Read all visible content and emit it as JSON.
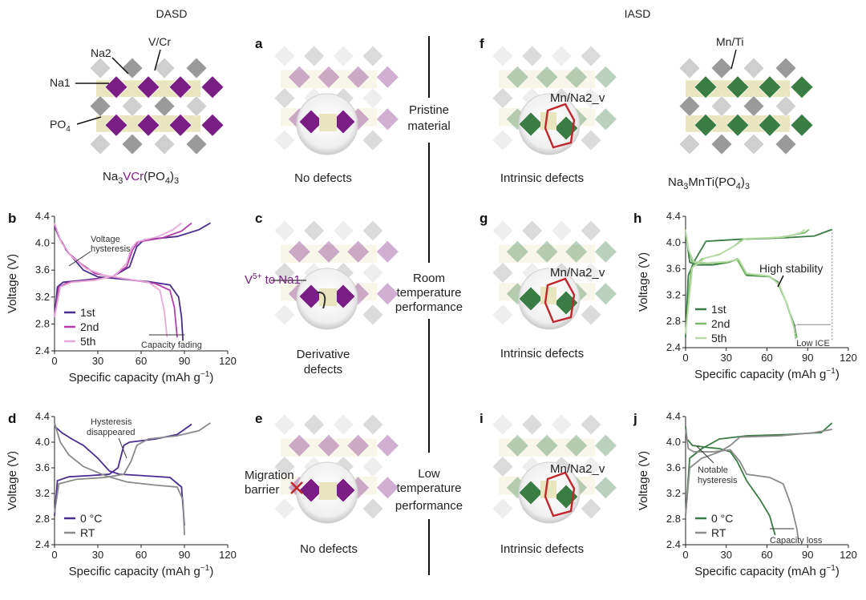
{
  "header": {
    "left": "DASD",
    "right": "IASD"
  },
  "panels": {
    "a": "a",
    "b": "b",
    "c": "c",
    "d": "d",
    "e": "e",
    "f": "f",
    "g": "g",
    "h": "h",
    "i": "i",
    "j": "j"
  },
  "structures": {
    "na2": "Na2",
    "vcr": "V/Cr",
    "na1": "Na1",
    "po4": "PO",
    "po4_sub": "4",
    "f1": "Na",
    "f1s": "3",
    "f2": "VCr",
    "f3": "(PO",
    "f3s": "4",
    "f4": ")",
    "f4s": "3",
    "mnti": "Mn/Ti",
    "g1": "Na",
    "g1s": "3",
    "g2": "MnTi(PO",
    "g2s": "4",
    "g3": ")",
    "g3s": "3"
  },
  "captions": {
    "a": "No defects",
    "c1": "Derivative",
    "c2": "defects",
    "c_label": "V",
    "c_sup": "5+",
    "c_rest": " to Na1",
    "e_mig1": "Migration",
    "e_mig2": "barrier",
    "e": "No defects",
    "f": "Intrinsic defects",
    "f_site": "Mn/Na2_v",
    "g": "Intrinsic defects",
    "g_site": "Mn/Na2_v",
    "i": "Intrinsic defects",
    "i_site": "Mn/Na2_v"
  },
  "middle": {
    "r1": [
      "Pristine",
      "material"
    ],
    "r2": [
      "Room",
      "temperature",
      "performance"
    ],
    "r3": [
      "Low",
      "temperature",
      "performance"
    ]
  },
  "colors": {
    "purple": "#7a1d84",
    "magenta": "#b43da8",
    "pink": "#e7a9d9",
    "dgreen": "#3a7d44",
    "mgreen": "#79bb6b",
    "lgreen": "#b9dca7",
    "dgrey": "#333333",
    "grey": "#8a8a8a",
    "red": "#c0262b"
  },
  "chart_data": [
    {
      "id": "b",
      "type": "line",
      "xlabel": "Specific capacity (mAh g",
      "xlabel_sup": "−1",
      "xlabel_end": ")",
      "ylabel": "Voltage (V)",
      "xlim": [
        0,
        120
      ],
      "ylim": [
        2.4,
        4.4
      ],
      "xticks": [
        0,
        30,
        60,
        90,
        120
      ],
      "yticks": [
        2.4,
        2.8,
        3.2,
        3.6,
        4.0,
        4.4
      ],
      "legend": [
        "1st",
        "2nd",
        "5th"
      ],
      "annotations": [
        "Voltage",
        "hysteresis",
        "Capacity fading"
      ],
      "series": [
        {
          "name": "1st",
          "color": "#4a2c8f",
          "charge": [
            [
              0,
              2.9
            ],
            [
              2,
              3.35
            ],
            [
              6,
              3.42
            ],
            [
              20,
              3.45
            ],
            [
              40,
              3.5
            ],
            [
              52,
              3.65
            ],
            [
              57,
              3.95
            ],
            [
              62,
              4.05
            ],
            [
              85,
              4.1
            ],
            [
              100,
              4.2
            ],
            [
              108,
              4.3
            ]
          ],
          "discharge": [
            [
              0,
              4.25
            ],
            [
              3,
              4.1
            ],
            [
              8,
              3.9
            ],
            [
              14,
              3.75
            ],
            [
              20,
              3.6
            ],
            [
              30,
              3.5
            ],
            [
              45,
              3.47
            ],
            [
              65,
              3.43
            ],
            [
              80,
              3.38
            ],
            [
              86,
              3.2
            ],
            [
              88,
              2.9
            ],
            [
              89,
              2.55
            ]
          ]
        },
        {
          "name": "2nd",
          "color": "#b43da8",
          "charge": [
            [
              0,
              2.9
            ],
            [
              3,
              3.35
            ],
            [
              10,
              3.42
            ],
            [
              25,
              3.45
            ],
            [
              40,
              3.5
            ],
            [
              50,
              3.65
            ],
            [
              54,
              3.9
            ],
            [
              58,
              4.02
            ],
            [
              75,
              4.08
            ],
            [
              88,
              4.18
            ],
            [
              95,
              4.3
            ]
          ],
          "discharge": [
            [
              0,
              4.28
            ],
            [
              4,
              4.05
            ],
            [
              10,
              3.85
            ],
            [
              18,
              3.7
            ],
            [
              28,
              3.55
            ],
            [
              40,
              3.5
            ],
            [
              55,
              3.45
            ],
            [
              70,
              3.4
            ],
            [
              80,
              3.3
            ],
            [
              83,
              3.05
            ],
            [
              85,
              2.6
            ]
          ]
        },
        {
          "name": "5th",
          "color": "#e7a9d9",
          "charge": [
            [
              0,
              2.9
            ],
            [
              4,
              3.35
            ],
            [
              12,
              3.42
            ],
            [
              28,
              3.45
            ],
            [
              42,
              3.52
            ],
            [
              50,
              3.7
            ],
            [
              53,
              3.92
            ],
            [
              57,
              4.02
            ],
            [
              72,
              4.1
            ],
            [
              82,
              4.2
            ],
            [
              88,
              4.3
            ]
          ],
          "discharge": [
            [
              0,
              4.3
            ],
            [
              5,
              4.0
            ],
            [
              12,
              3.8
            ],
            [
              22,
              3.62
            ],
            [
              35,
              3.52
            ],
            [
              50,
              3.47
            ],
            [
              65,
              3.42
            ],
            [
              73,
              3.3
            ],
            [
              76,
              3.0
            ],
            [
              78,
              2.6
            ]
          ]
        }
      ]
    },
    {
      "id": "d",
      "type": "line",
      "xlabel": "Specific capacity (mAh g",
      "xlabel_sup": "−1",
      "xlabel_end": ")",
      "ylabel": "Voltage (V)",
      "xlim": [
        0,
        120
      ],
      "ylim": [
        2.4,
        4.4
      ],
      "xticks": [
        0,
        30,
        60,
        90,
        120
      ],
      "yticks": [
        2.4,
        2.8,
        3.2,
        3.6,
        4.0,
        4.4
      ],
      "legend": [
        "0 °C",
        "RT"
      ],
      "annotations": [
        "Hysteresis",
        "disappeared"
      ],
      "series": [
        {
          "name": "0 °C",
          "color": "#4a2c8f",
          "charge": [
            [
              0,
              2.85
            ],
            [
              2,
              3.4
            ],
            [
              10,
              3.46
            ],
            [
              25,
              3.48
            ],
            [
              38,
              3.5
            ],
            [
              44,
              3.6
            ],
            [
              48,
              3.95
            ],
            [
              52,
              4.0
            ],
            [
              70,
              4.05
            ],
            [
              85,
              4.12
            ],
            [
              95,
              4.28
            ]
          ],
          "discharge": [
            [
              0,
              4.25
            ],
            [
              5,
              4.15
            ],
            [
              12,
              4.05
            ],
            [
              20,
              3.95
            ],
            [
              30,
              3.75
            ],
            [
              38,
              3.55
            ],
            [
              45,
              3.5
            ],
            [
              60,
              3.48
            ],
            [
              80,
              3.45
            ],
            [
              88,
              3.3
            ],
            [
              90,
              2.7
            ]
          ]
        },
        {
          "name": "RT",
          "color": "#8a8a8a",
          "charge": [
            [
              0,
              2.9
            ],
            [
              3,
              3.35
            ],
            [
              15,
              3.42
            ],
            [
              35,
              3.45
            ],
            [
              48,
              3.5
            ],
            [
              53,
              3.7
            ],
            [
              57,
              3.95
            ],
            [
              65,
              4.05
            ],
            [
              85,
              4.1
            ],
            [
              100,
              4.18
            ],
            [
              108,
              4.3
            ]
          ],
          "discharge": [
            [
              0,
              4.3
            ],
            [
              4,
              4.0
            ],
            [
              10,
              3.8
            ],
            [
              20,
              3.62
            ],
            [
              35,
              3.48
            ],
            [
              50,
              3.38
            ],
            [
              70,
              3.33
            ],
            [
              85,
              3.3
            ],
            [
              89,
              3.1
            ],
            [
              90,
              2.55
            ]
          ]
        }
      ]
    },
    {
      "id": "h",
      "type": "line",
      "xlabel": "Specific capacity (mAh g",
      "xlabel_sup": "−1",
      "xlabel_end": ")",
      "ylabel": "Voltage (V)",
      "xlim": [
        0,
        120
      ],
      "ylim": [
        2.4,
        4.4
      ],
      "xticks": [
        0,
        30,
        60,
        90,
        120
      ],
      "yticks": [
        2.4,
        2.8,
        3.2,
        3.6,
        4.0,
        4.4
      ],
      "legend": [
        "1st",
        "2nd",
        "5th"
      ],
      "annotations": [
        "High stability",
        "Low ICE"
      ],
      "series": [
        {
          "name": "1st",
          "color": "#3a7d44",
          "charge": [
            [
              0,
              2.55
            ],
            [
              2,
              3.5
            ],
            [
              6,
              3.7
            ],
            [
              15,
              4.02
            ],
            [
              40,
              4.05
            ],
            [
              70,
              4.07
            ],
            [
              95,
              4.1
            ],
            [
              108,
              4.2
            ]
          ],
          "discharge": [
            [
              0,
              4.15
            ],
            [
              1,
              4.02
            ],
            [
              3,
              3.7
            ],
            [
              8,
              3.66
            ],
            [
              20,
              3.66
            ],
            [
              32,
              3.7
            ],
            [
              38,
              3.75
            ],
            [
              45,
              3.5
            ],
            [
              62,
              3.48
            ],
            [
              68,
              3.4
            ],
            [
              74,
              3.1
            ],
            [
              80,
              2.75
            ],
            [
              82,
              2.55
            ]
          ]
        },
        {
          "name": "2nd",
          "color": "#79bb6b",
          "charge": [
            [
              0,
              2.6
            ],
            [
              4,
              3.6
            ],
            [
              12,
              3.75
            ],
            [
              25,
              3.82
            ],
            [
              36,
              3.95
            ],
            [
              42,
              4.05
            ],
            [
              70,
              4.08
            ],
            [
              88,
              4.15
            ],
            [
              91,
              4.2
            ]
          ],
          "discharge": [
            [
              0,
              4.18
            ],
            [
              2,
              3.9
            ],
            [
              5,
              3.7
            ],
            [
              15,
              3.68
            ],
            [
              30,
              3.7
            ],
            [
              38,
              3.74
            ],
            [
              44,
              3.52
            ],
            [
              62,
              3.48
            ],
            [
              68,
              3.38
            ],
            [
              75,
              3.05
            ],
            [
              80,
              2.7
            ],
            [
              82,
              2.55
            ]
          ]
        },
        {
          "name": "5th",
          "color": "#b9dca7",
          "charge": [
            [
              0,
              2.62
            ],
            [
              5,
              3.62
            ],
            [
              14,
              3.76
            ],
            [
              26,
              3.83
            ],
            [
              37,
              3.96
            ],
            [
              44,
              4.06
            ],
            [
              72,
              4.08
            ],
            [
              85,
              4.15
            ],
            [
              88,
              4.2
            ]
          ],
          "discharge": [
            [
              0,
              4.2
            ],
            [
              2,
              3.9
            ],
            [
              6,
              3.71
            ],
            [
              16,
              3.69
            ],
            [
              31,
              3.71
            ],
            [
              39,
              3.75
            ],
            [
              45,
              3.53
            ],
            [
              62,
              3.49
            ],
            [
              69,
              3.36
            ],
            [
              76,
              3.0
            ],
            [
              80,
              2.7
            ],
            [
              81,
              2.55
            ]
          ]
        }
      ]
    },
    {
      "id": "j",
      "type": "line",
      "xlabel": "Specific capacity (mAh g",
      "xlabel_sup": "−1",
      "xlabel_end": ")",
      "ylabel": "Voltage (V)",
      "xlim": [
        0,
        120
      ],
      "ylim": [
        2.4,
        4.4
      ],
      "xticks": [
        0,
        30,
        60,
        90,
        120
      ],
      "yticks": [
        2.4,
        2.8,
        3.2,
        3.6,
        4.0,
        4.4
      ],
      "legend": [
        "0 °C",
        "RT"
      ],
      "annotations": [
        "Notable",
        "hysteresis",
        "Capacity loss"
      ],
      "series": [
        {
          "name": "0 °C",
          "color": "#3a7d44",
          "charge": [
            [
              0,
              2.85
            ],
            [
              3,
              3.75
            ],
            [
              12,
              3.9
            ],
            [
              25,
              4.05
            ],
            [
              45,
              4.1
            ],
            [
              75,
              4.12
            ],
            [
              100,
              4.15
            ],
            [
              108,
              4.3
            ]
          ],
          "discharge": [
            [
              0,
              4.25
            ],
            [
              1,
              4.05
            ],
            [
              5,
              3.95
            ],
            [
              15,
              3.92
            ],
            [
              25,
              3.9
            ],
            [
              33,
              3.85
            ],
            [
              38,
              3.7
            ],
            [
              45,
              3.4
            ],
            [
              55,
              3.1
            ],
            [
              62,
              2.85
            ],
            [
              66,
              2.55
            ]
          ]
        },
        {
          "name": "RT",
          "color": "#8a8a8a",
          "charge": [
            [
              0,
              2.85
            ],
            [
              3,
              3.6
            ],
            [
              12,
              3.75
            ],
            [
              25,
              3.85
            ],
            [
              33,
              3.95
            ],
            [
              40,
              4.08
            ],
            [
              70,
              4.1
            ],
            [
              95,
              4.15
            ],
            [
              108,
              4.2
            ]
          ],
          "discharge": [
            [
              0,
              4.2
            ],
            [
              2,
              3.9
            ],
            [
              6,
              3.85
            ],
            [
              20,
              3.85
            ],
            [
              33,
              3.88
            ],
            [
              40,
              3.7
            ],
            [
              45,
              3.5
            ],
            [
              62,
              3.45
            ],
            [
              72,
              3.35
            ],
            [
              78,
              3.0
            ],
            [
              82,
              2.65
            ],
            [
              83,
              2.5
            ]
          ]
        }
      ]
    }
  ]
}
